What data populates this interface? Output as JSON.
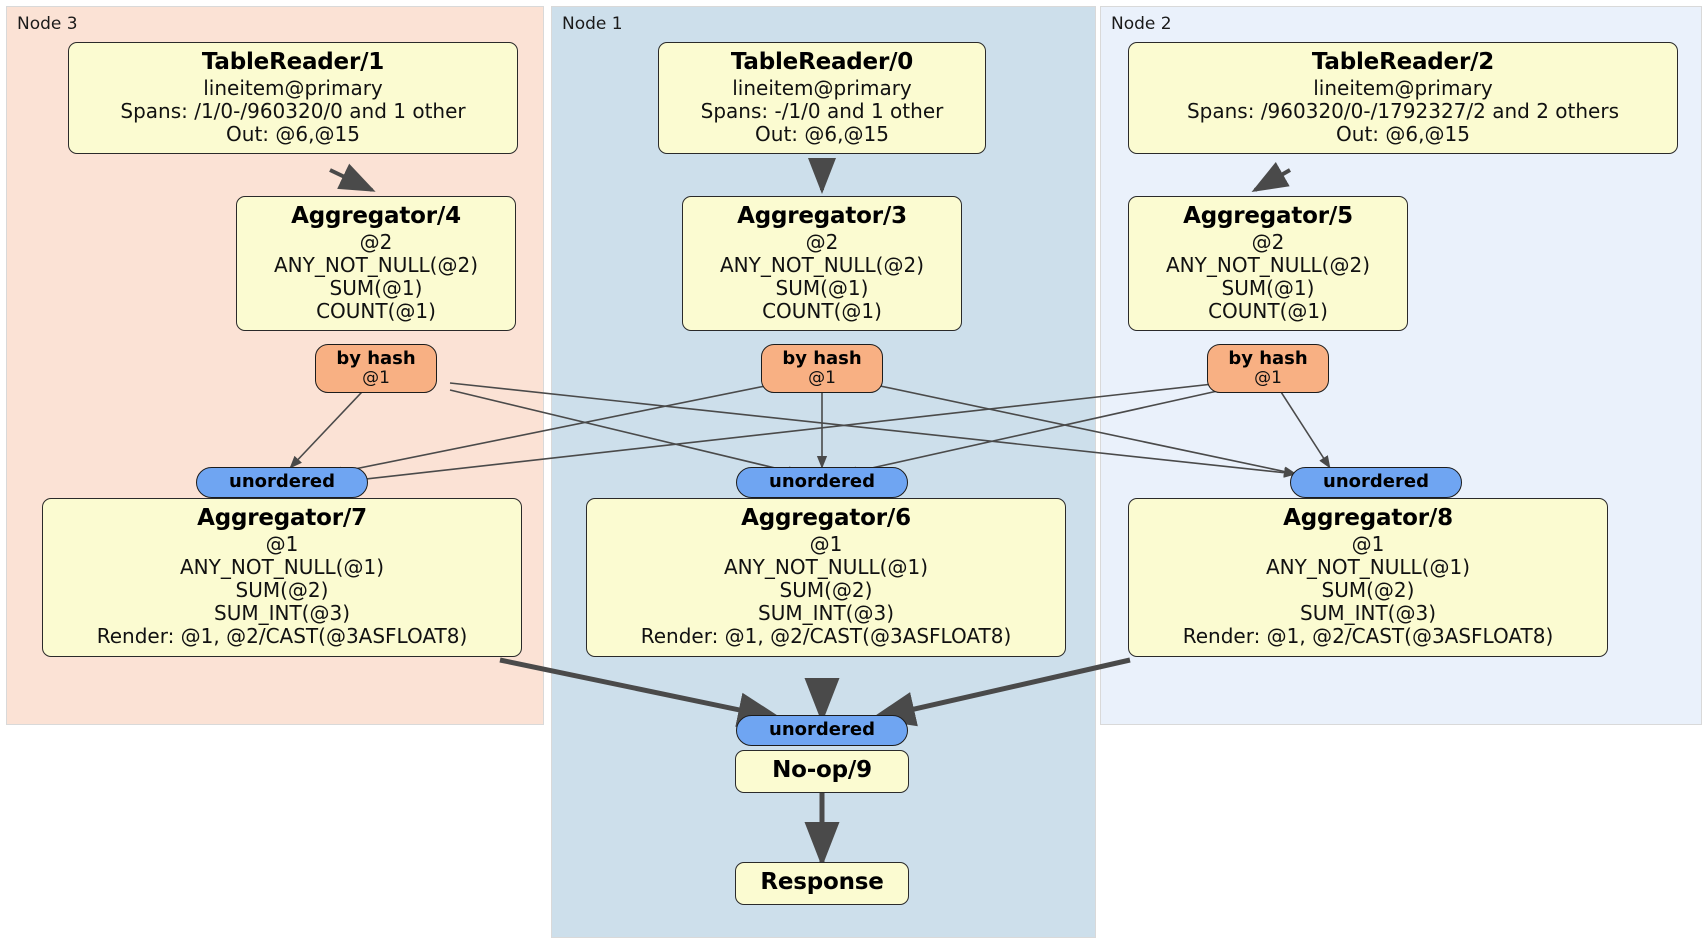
{
  "diagram": {
    "type": "distributed-query-plan",
    "colors": {
      "processor_box": "#fbfbd1",
      "hash_router": "#f8b083",
      "unordered_sync": "#6fa5f2",
      "node3_bg": "#fbe2d5",
      "node1_bg": "#cddfeb",
      "node2_bg": "#eaf1fb",
      "edge": "#4a4a4a"
    },
    "nodes": [
      {
        "id": "node3",
        "label": "Node 3"
      },
      {
        "id": "node1",
        "label": "Node 1"
      },
      {
        "id": "node2",
        "label": "Node 2"
      }
    ],
    "processors": {
      "tablereader1": {
        "title": "TableReader/1",
        "lines": [
          "lineitem@primary",
          "Spans: /1/0-/960320/0 and 1 other",
          "Out: @6,@15"
        ]
      },
      "tablereader0": {
        "title": "TableReader/0",
        "lines": [
          "lineitem@primary",
          "Spans: -/1/0 and 1 other",
          "Out: @6,@15"
        ]
      },
      "tablereader2": {
        "title": "TableReader/2",
        "lines": [
          "lineitem@primary",
          "Spans: /960320/0-/1792327/2 and 2 others",
          "Out: @6,@15"
        ]
      },
      "aggregator4": {
        "title": "Aggregator/4",
        "lines": [
          "@2",
          "ANY_NOT_NULL(@2)",
          "SUM(@1)",
          "COUNT(@1)"
        ]
      },
      "aggregator3": {
        "title": "Aggregator/3",
        "lines": [
          "@2",
          "ANY_NOT_NULL(@2)",
          "SUM(@1)",
          "COUNT(@1)"
        ]
      },
      "aggregator5": {
        "title": "Aggregator/5",
        "lines": [
          "@2",
          "ANY_NOT_NULL(@2)",
          "SUM(@1)",
          "COUNT(@1)"
        ]
      },
      "aggregator7": {
        "title": "Aggregator/7",
        "lines": [
          "@1",
          "ANY_NOT_NULL(@1)",
          "SUM(@2)",
          "SUM_INT(@3)",
          "Render: @1, @2/CAST(@3ASFLOAT8)"
        ]
      },
      "aggregator6": {
        "title": "Aggregator/6",
        "lines": [
          "@1",
          "ANY_NOT_NULL(@1)",
          "SUM(@2)",
          "SUM_INT(@3)",
          "Render: @1, @2/CAST(@3ASFLOAT8)"
        ]
      },
      "aggregator8": {
        "title": "Aggregator/8",
        "lines": [
          "@1",
          "ANY_NOT_NULL(@1)",
          "SUM(@2)",
          "SUM_INT(@3)",
          "Render: @1, @2/CAST(@3ASFLOAT8)"
        ]
      },
      "noop9": {
        "title": "No-op/9",
        "lines": []
      },
      "response": {
        "title": "Response",
        "lines": []
      }
    },
    "routers": {
      "hash4": {
        "kind": "by hash",
        "column": "@1"
      },
      "hash3": {
        "kind": "by hash",
        "column": "@1"
      },
      "hash5": {
        "kind": "by hash",
        "column": "@1"
      },
      "unordered7": {
        "kind": "unordered"
      },
      "unordered6": {
        "kind": "unordered"
      },
      "unordered8": {
        "kind": "unordered"
      },
      "unordered9": {
        "kind": "unordered"
      }
    }
  }
}
